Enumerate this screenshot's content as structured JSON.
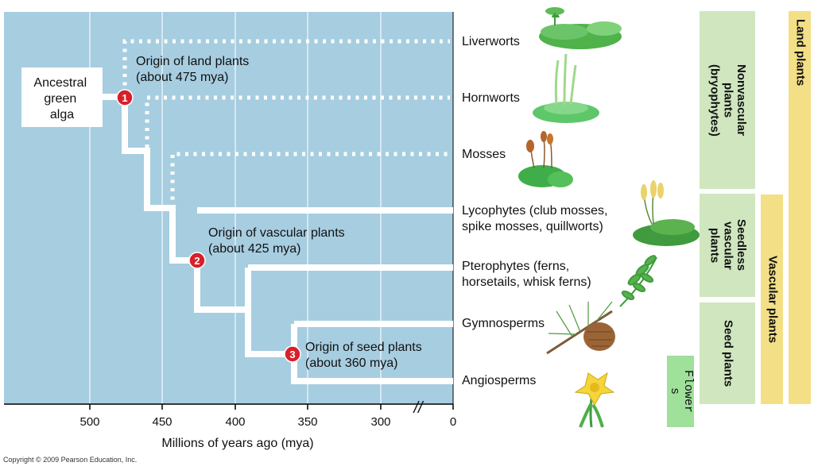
{
  "ancestor": {
    "lines": [
      "Ancestral",
      "green",
      "alga"
    ]
  },
  "origins": [
    {
      "number": "1",
      "lines": [
        "Origin of land plants",
        "(about 475 mya)"
      ]
    },
    {
      "number": "2",
      "lines": [
        "Origin of vascular plants",
        "(about 425 mya)"
      ]
    },
    {
      "number": "3",
      "lines": [
        "Origin of seed plants",
        "(about 360 mya)"
      ]
    }
  ],
  "taxa": [
    {
      "lines": [
        "Liverworts"
      ]
    },
    {
      "lines": [
        "Hornworts"
      ]
    },
    {
      "lines": [
        "Mosses"
      ]
    },
    {
      "lines": [
        "Lycophytes (club mosses,",
        "spike mosses, quillworts)"
      ]
    },
    {
      "lines": [
        "Pterophytes (ferns,",
        "horsetails, whisk ferns)"
      ]
    },
    {
      "lines": [
        "Gymnosperms"
      ]
    },
    {
      "lines": [
        "Angiosperms"
      ]
    }
  ],
  "axis": {
    "label": "Millions of years ago (mya)",
    "ticks": [
      "500",
      "450",
      "400",
      "350",
      "300",
      "0"
    ],
    "break_symbol": "//"
  },
  "groups": {
    "nonvascular": "Nonvascular\nplants\n(bryophytes)",
    "seedless_vascular": "Seedless\nvascular\nplants",
    "seed_plants": "Seed plants",
    "vascular_plants": "Vascular plants",
    "land_plants": "Land plants",
    "flowers": "Flower\ns"
  },
  "copyright": "Copyright © 2009 Pearson Education, Inc.",
  "colors": {
    "panel": "#a7cde0",
    "branch": "#ffffff",
    "node": "#d8202a",
    "group_green": "#cfe6bf",
    "group_yellow": "#f3df86",
    "flower_box": "#9fe09a"
  }
}
